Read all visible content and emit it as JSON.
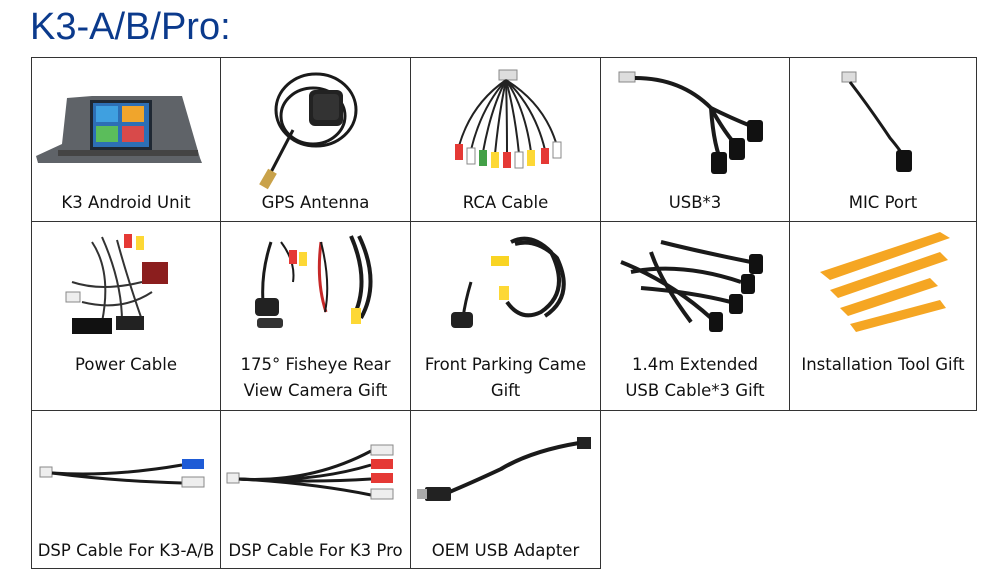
{
  "title": "K3-A/B/Pro:",
  "items": [
    {
      "label": "K3 Android Unit",
      "icon": "android-head-unit-image"
    },
    {
      "label": "GPS Antenna",
      "icon": "gps-antenna-image"
    },
    {
      "label": "RCA Cable",
      "icon": "rca-cable-image"
    },
    {
      "label": "USB*3",
      "icon": "usb-cable-image"
    },
    {
      "label": "MIC Port",
      "icon": "mic-port-image"
    },
    {
      "label": "Power Cable",
      "icon": "power-cable-image"
    },
    {
      "label": "175° Fisheye Rear View Camera Gift",
      "line1": "175° Fisheye Rear",
      "line2": "View Camera Gift",
      "icon": "rear-camera-image"
    },
    {
      "label": "Front Parking Came Gift",
      "line1": "Front Parking Came",
      "line2": "Gift",
      "icon": "front-camera-image"
    },
    {
      "label": "1.4m Extended USB Cable*3 Gift",
      "line1": "1.4m Extended",
      "line2": "USB Cable*3 Gift",
      "icon": "extended-usb-cable-image"
    },
    {
      "label": "Installation Tool Gift",
      "icon": "pry-tool-image"
    },
    {
      "label": "DSP Cable For K3-A/B",
      "icon": "dsp-cable-ab-image"
    },
    {
      "label": "DSP Cable For K3 Pro",
      "icon": "dsp-cable-pro-image"
    },
    {
      "label": "OEM USB Adapter",
      "icon": "oem-usb-adapter-image"
    }
  ]
}
